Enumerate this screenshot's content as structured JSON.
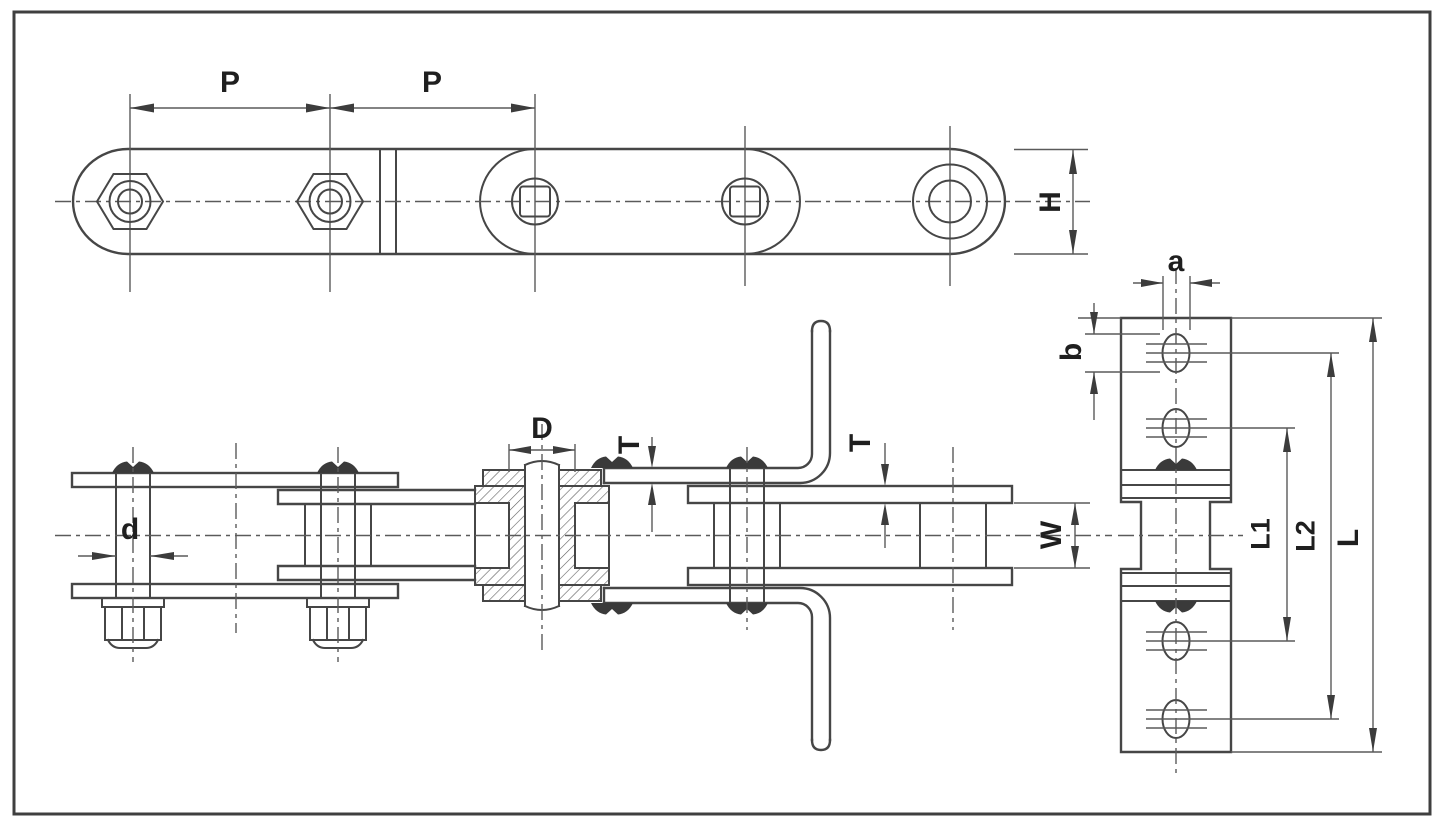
{
  "drawing": {
    "title": "conveyor chain with bent attachments - three view dimensional drawing",
    "colors": {
      "background": "#ffffff",
      "line": "#464646",
      "thin_line": "#5a5a5a",
      "label": "#1f1f1f",
      "border": "#3f3f3f"
    },
    "labels": {
      "pitch_1": "P",
      "pitch_2": "P",
      "plate_height": "H",
      "pin_diameter": "d",
      "roller_diameter": "D",
      "thickness_attachment": "T",
      "thickness_plate": "T",
      "inner_width": "W",
      "slot_width": "a",
      "slot_length": "b",
      "span_inner": "L1",
      "span_outer": "L2",
      "overall_length": "L"
    }
  }
}
